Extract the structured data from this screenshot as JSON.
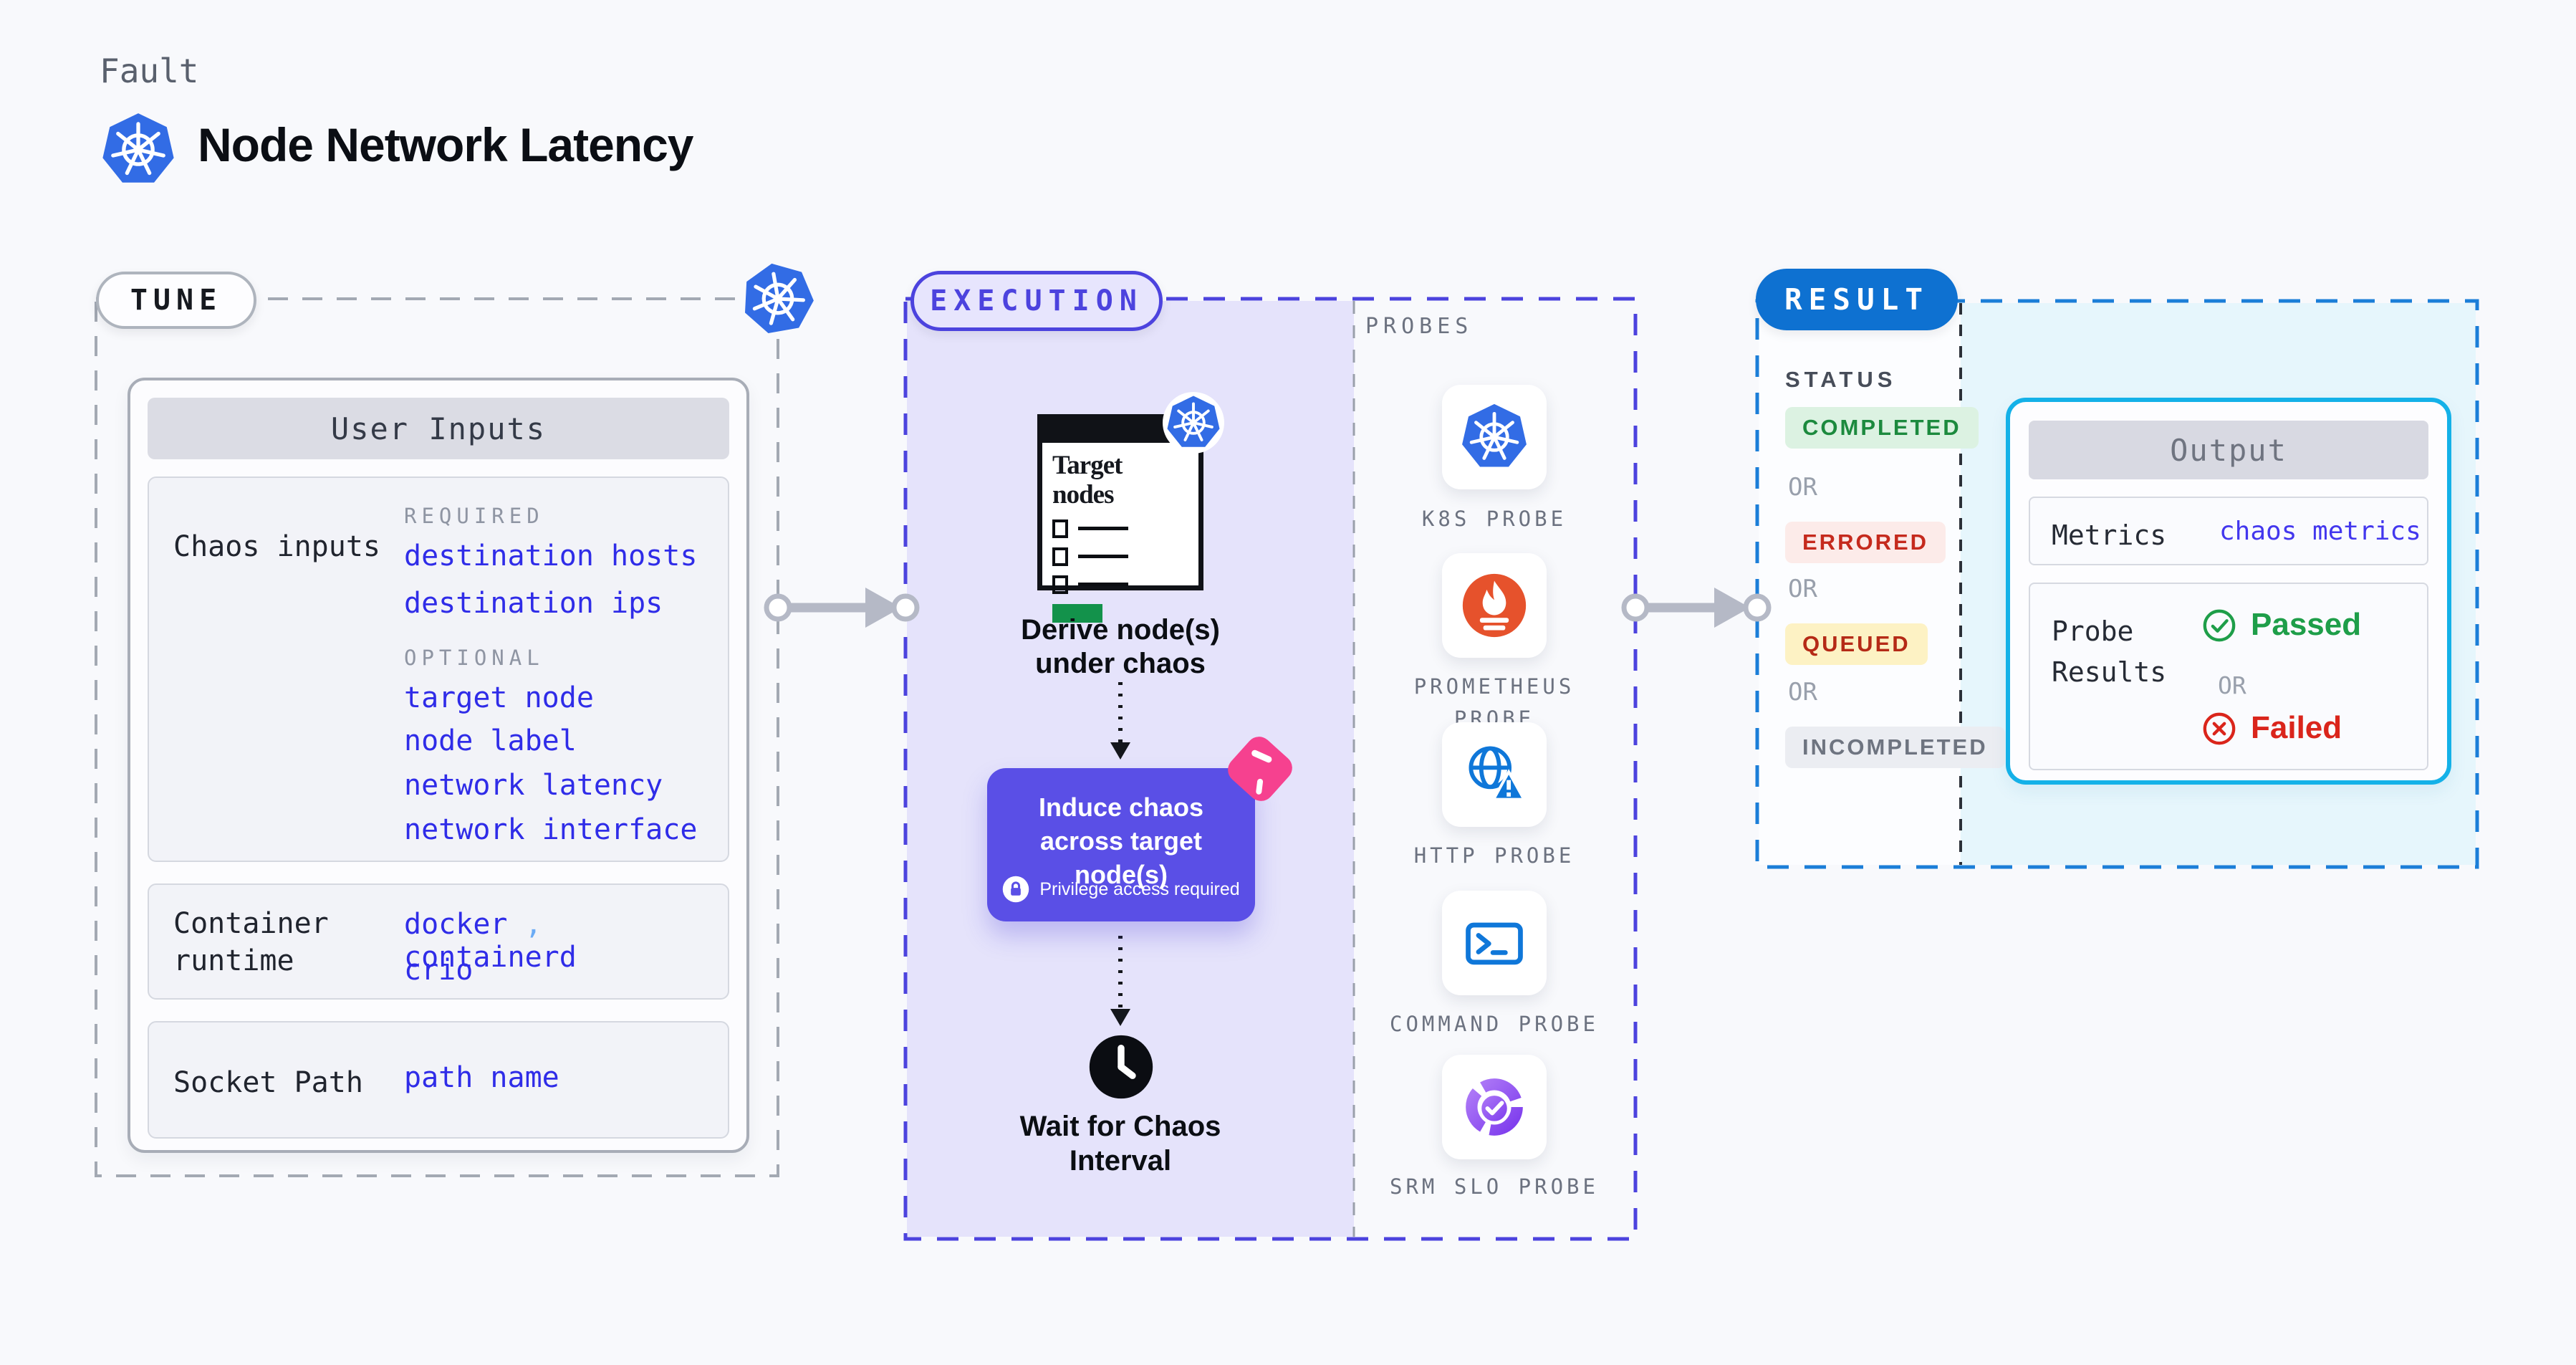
{
  "header": {
    "kicker": "Fault",
    "title": "Node Network Latency"
  },
  "tune": {
    "label": "TUNE",
    "card_title": "User Inputs",
    "chaos_row": {
      "label": "Chaos inputs",
      "required_label": "REQUIRED",
      "required": [
        "destination hosts",
        "destination ips"
      ],
      "optional_label": "OPTIONAL",
      "optional": [
        "target node",
        "node label",
        "network latency",
        "network interface"
      ]
    },
    "runtime_row": {
      "label": "Container runtime",
      "values_line1": [
        "docker",
        "containerd"
      ],
      "separator": ",",
      "value_line2": "crio"
    },
    "socket_row": {
      "label": "Socket Path",
      "value": "path name"
    }
  },
  "execution": {
    "label": "EXECUTION",
    "target_window_title": "Target nodes",
    "derive_label": "Derive node(s) under chaos",
    "induce_label": "Induce chaos across target node(s)",
    "privilege_label": "Privilege access required",
    "wait_label": "Wait for Chaos Interval",
    "probes": {
      "label": "PROBES",
      "items": [
        "K8S PROBE",
        "PROMETHEUS PROBE",
        "HTTP PROBE",
        "COMMAND PROBE",
        "SRM SLO PROBE"
      ]
    }
  },
  "result": {
    "label": "RESULT",
    "status_label": "STATUS",
    "or_label": "OR",
    "statuses": [
      {
        "label": "COMPLETED",
        "color": "#1c8a3e",
        "bg": "#dcf2e2"
      },
      {
        "label": "ERRORED",
        "color": "#c52a1d",
        "bg": "#fcebe9"
      },
      {
        "label": "QUEUED",
        "color": "#b52a16",
        "bg": "#fdf2c4"
      },
      {
        "label": "INCOMPLETED",
        "color": "#6e7480",
        "bg": "#ebedf2"
      }
    ],
    "output": {
      "title": "Output",
      "metrics_label": "Metrics",
      "metrics_value": "chaos metrics",
      "probe_label": "Probe Results",
      "passed": "Passed",
      "or": "OR",
      "failed": "Failed"
    }
  },
  "colors": {
    "kubernetes_blue": "#326ce5",
    "value_blue": "#2f2ce8",
    "execution_indigo": "#4c43de",
    "induce_purple": "#5a4fe6",
    "litmus_pink": "#f6418f",
    "result_blue": "#0e71d1",
    "output_cyan": "#14b1e8",
    "passed_green": "#1e9e49",
    "failed_red": "#da251b",
    "prometheus_orange": "#e6522c"
  }
}
